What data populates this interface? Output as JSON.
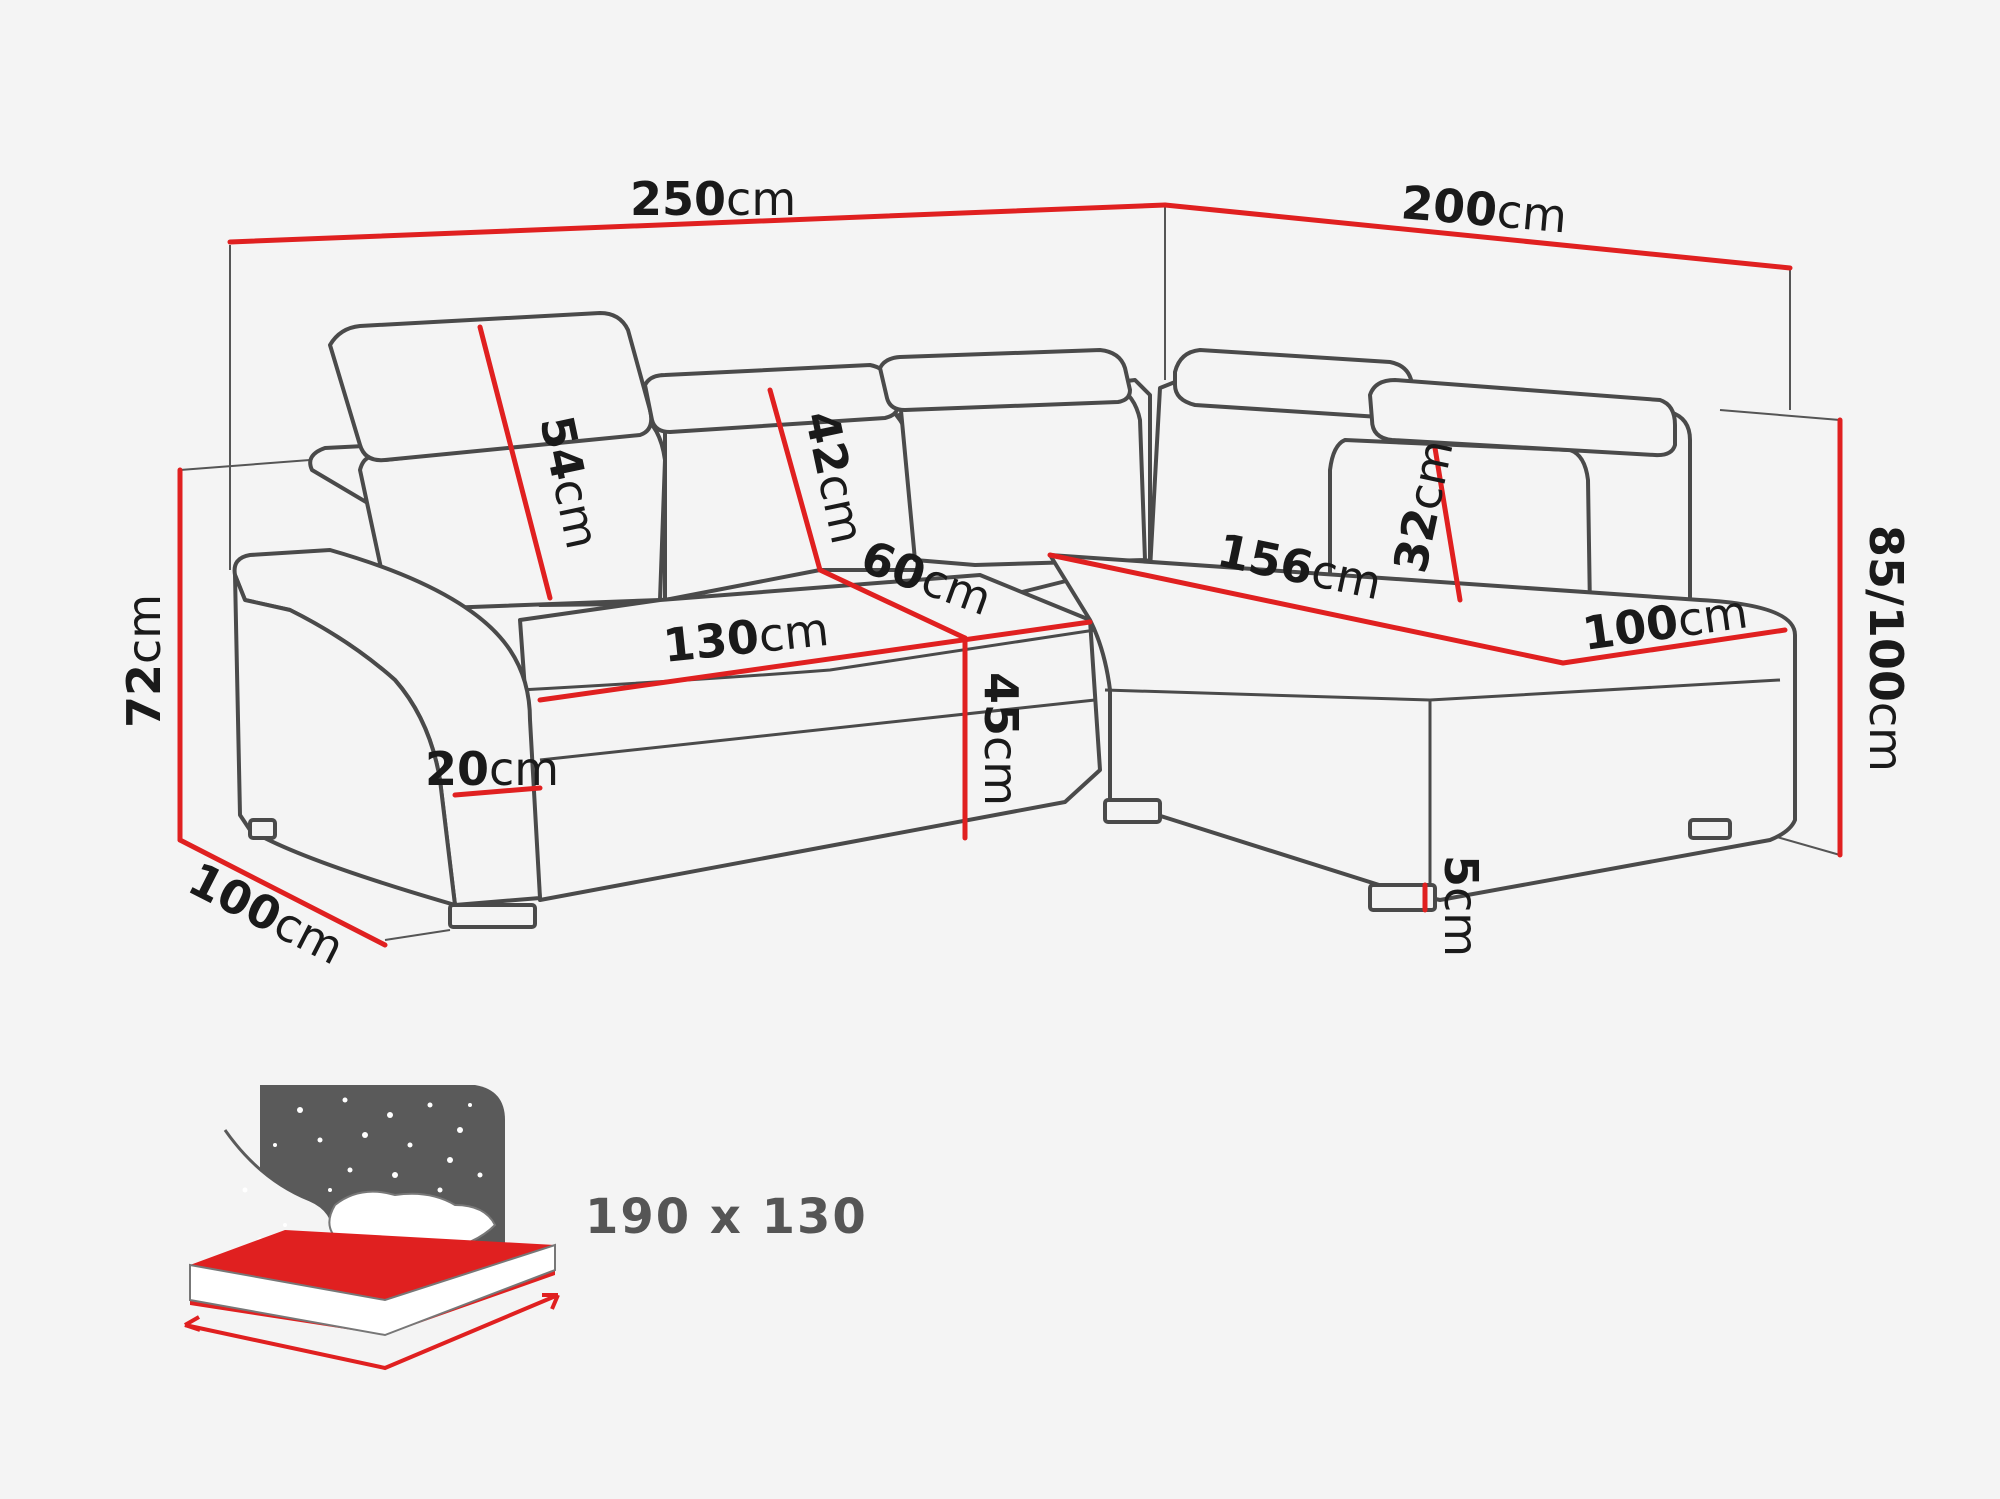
{
  "colors": {
    "dimension_line": "#e02020",
    "outline": "#4a4a4a",
    "background": "#f4f4f4",
    "mattress": "#e02020",
    "night_panel": "#5a5a5a"
  },
  "dimensions": {
    "total_width": {
      "value": "250",
      "unit": "cm"
    },
    "side_width": {
      "value": "200",
      "unit": "cm"
    },
    "total_height": {
      "value": "72",
      "unit": "cm"
    },
    "depth": {
      "value": "100",
      "unit": "cm"
    },
    "height_headrest": {
      "value": "85/100",
      "unit": "cm"
    },
    "headrest_height": {
      "value": "54",
      "unit": "cm"
    },
    "backrest_height": {
      "value": "42",
      "unit": "cm"
    },
    "seat_depth": {
      "value": "60",
      "unit": "cm"
    },
    "seat_width": {
      "value": "130",
      "unit": "cm"
    },
    "armrest_width": {
      "value": "20",
      "unit": "cm"
    },
    "seat_height": {
      "value": "45",
      "unit": "cm"
    },
    "chaise_length": {
      "value": "156",
      "unit": "cm"
    },
    "chaise_backrest": {
      "value": "32",
      "unit": "cm"
    },
    "chaise_width": {
      "value": "100",
      "unit": "cm"
    },
    "leg_height": {
      "value": "5",
      "unit": "cm"
    }
  },
  "sleeping_area": {
    "label": "190 x 130",
    "icon": "bed-night-icon"
  }
}
